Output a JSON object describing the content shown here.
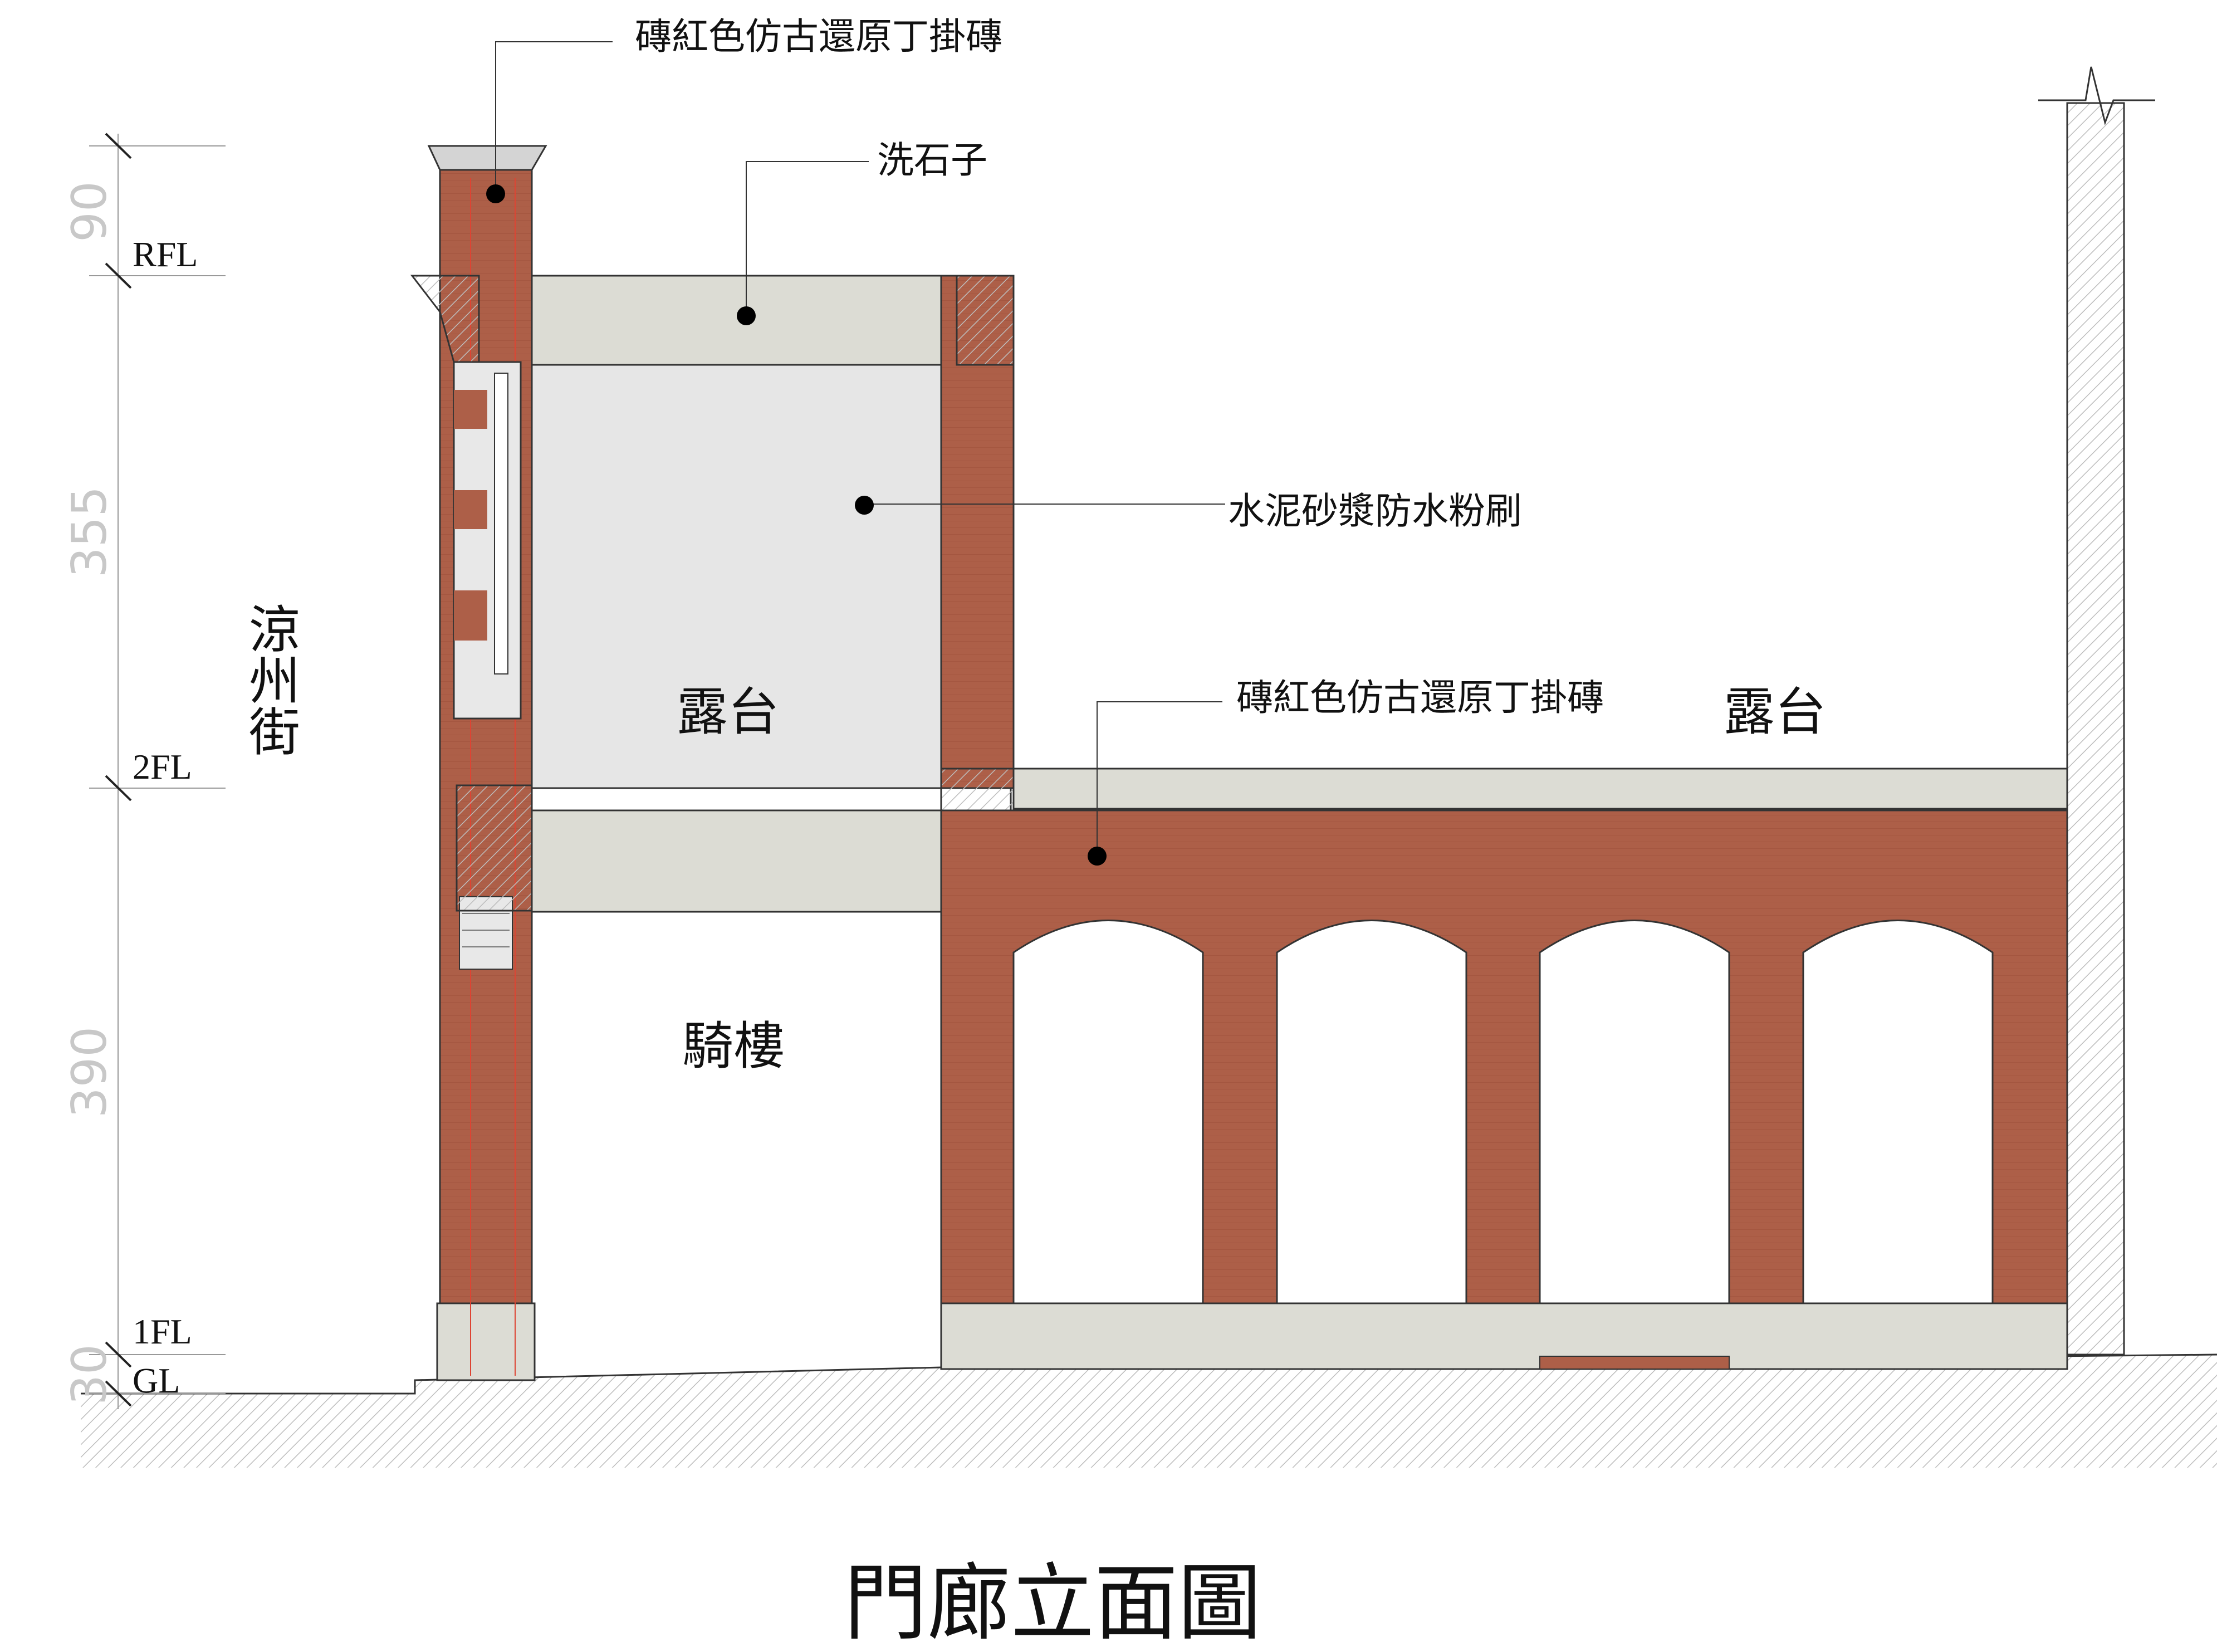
{
  "title": "門廊立面圖",
  "street_label": "涼州街",
  "levels": {
    "rfl": "RFL",
    "fl2": "2FL",
    "fl1": "1FL",
    "gl": "GL"
  },
  "dimensions": {
    "d90": "90",
    "d355": "355",
    "d390": "390",
    "d30": "30"
  },
  "callouts": {
    "brick_top": "磚紅色仿古還原丁掛磚",
    "terrazzo": "洗石子",
    "mortar": "水泥砂漿防水粉刷",
    "brick_arcade": "磚紅色仿古還原丁掛磚"
  },
  "rooms": {
    "terrace_left": "露台",
    "terrace_right": "露台",
    "arcade": "騎樓"
  },
  "colors": {
    "brick": "#ad5f48",
    "concrete": "#dcdcd4",
    "mortar": "#e7e7e7",
    "hatch": "#b5b5b5",
    "line": "#333333"
  }
}
